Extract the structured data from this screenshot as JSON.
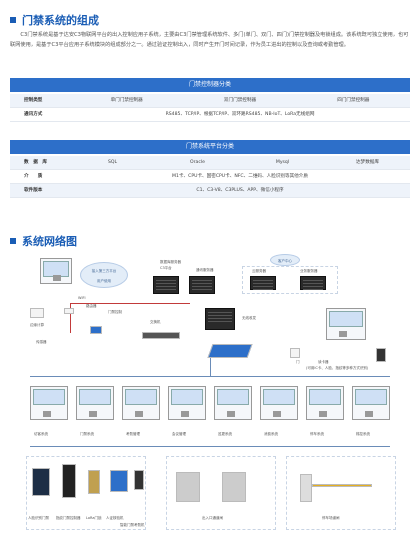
{
  "section1": {
    "title": "门禁系统的组成"
  },
  "intro": "C3门禁系统是基于达安C3物联网平台的出入控制应用子系统，主要由C3门禁管理系统软件、多门(单门、双门、四门)门禁控制器及电锁组成。该系统既可独立使用，也可联网使用，是基于C3平台应用子系统模块的组成部分之一。通过验证控制出入，同时产生开门时间记录，作为员工进出的控制以及查询或考勤管理。",
  "table1": {
    "header": "门禁控制器分类",
    "rows": [
      {
        "label": "控制类型",
        "cells": [
          "单门门禁控制器",
          "双门门禁控制器",
          "四门门禁控制器"
        ]
      },
      {
        "label": "通讯方式",
        "cells": [
          "RS485、TCP/IP、根据TCP/IP、双环路RS485、NB-IoT、LoRa无线组网"
        ]
      }
    ]
  },
  "table2": {
    "header": "门禁系统平台分类",
    "rows": [
      {
        "label": "数　据　库",
        "cells": [
          "SQL",
          "Oracle",
          "Mysql",
          "达梦数据库"
        ]
      },
      {
        "label": "介　　质",
        "cells": [
          "M1卡、CPU卡、国密CPU卡、NFC、二维码、人脸识别等其他介质"
        ]
      },
      {
        "label": "软件版本",
        "cells": [
          "C1、C3-V8、C3PLUS、APP、微信小程序"
        ]
      }
    ]
  },
  "section2": {
    "title": "系统网络图"
  },
  "network": {
    "cloud1": "接入第三方平台",
    "cloud1b": "用户使用",
    "servers_label": "数据库服务器",
    "server1": "C3平台",
    "server2": "通讯服务器",
    "wireless": "无线收发",
    "pc_label": "电脑",
    "switch_label": "交换机",
    "cloud2": "客户中心",
    "sub_a": "云服务器",
    "sub_b": "业务服务器",
    "wifi": "WIFI",
    "router": "路由器",
    "router2": "门禁控制",
    "edge": "边缘计算",
    "sensor": "传感器",
    "lock": "门",
    "reader": "读卡器",
    "reader_note": "(可用IC卡、人脸、指纹等多种方式识别)",
    "client_row": [
      "访客系统",
      "门禁系统",
      "考勤管理",
      "会议管理",
      "巡更系统",
      "消费系统",
      "停车系统",
      "梯控系统"
    ],
    "device_row": [
      "人脸识别门禁",
      "指纹门禁控制器",
      "LoRa门锁",
      "人证核验机",
      "智能门禁考勤机",
      "出入口通道闸",
      "停车场道闸"
    ]
  }
}
